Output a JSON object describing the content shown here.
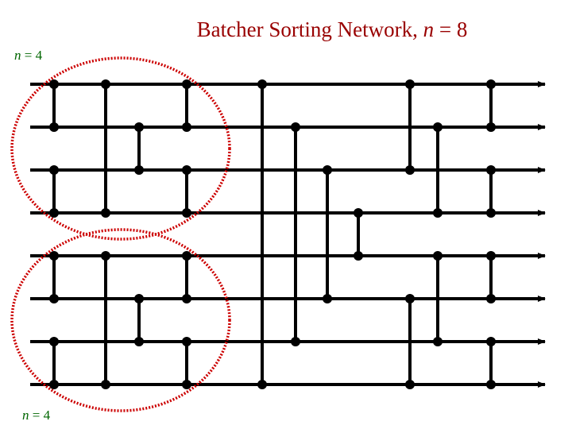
{
  "title": {
    "text": "Batcher Sorting Network, ",
    "var": "n",
    "rest": " = 8"
  },
  "labels": [
    {
      "var": "n",
      "rest": " = 4"
    },
    {
      "var": "n",
      "rest": " = 4"
    }
  ],
  "colors": {
    "title": "#990000",
    "label": "#006600",
    "wire": "#000000",
    "circle": "#cc0000"
  },
  "network": {
    "wires": 8,
    "comparators": [
      {
        "a": 0,
        "b": 1,
        "stage": 0
      },
      {
        "a": 2,
        "b": 3,
        "stage": 0
      },
      {
        "a": 4,
        "b": 5,
        "stage": 0
      },
      {
        "a": 6,
        "b": 7,
        "stage": 0
      },
      {
        "a": 0,
        "b": 3,
        "stage": 1
      },
      {
        "a": 4,
        "b": 7,
        "stage": 1
      },
      {
        "a": 1,
        "b": 2,
        "stage": 2
      },
      {
        "a": 5,
        "b": 6,
        "stage": 2
      },
      {
        "a": 0,
        "b": 1,
        "stage": 3
      },
      {
        "a": 2,
        "b": 3,
        "stage": 3
      },
      {
        "a": 4,
        "b": 5,
        "stage": 3
      },
      {
        "a": 6,
        "b": 7,
        "stage": 3
      },
      {
        "a": 0,
        "b": 7,
        "stage": 4
      },
      {
        "a": 1,
        "b": 6,
        "stage": 5
      },
      {
        "a": 2,
        "b": 5,
        "stage": 6
      },
      {
        "a": 3,
        "b": 4,
        "stage": 7
      },
      {
        "a": 0,
        "b": 2,
        "stage": 8
      },
      {
        "a": 5,
        "b": 7,
        "stage": 8
      },
      {
        "a": 1,
        "b": 3,
        "stage": 9
      },
      {
        "a": 4,
        "b": 6,
        "stage": 9
      },
      {
        "a": 0,
        "b": 1,
        "stage": 10
      },
      {
        "a": 2,
        "b": 3,
        "stage": 10
      },
      {
        "a": 4,
        "b": 5,
        "stage": 10
      },
      {
        "a": 6,
        "b": 7,
        "stage": 10
      }
    ],
    "highlighted_groups": [
      {
        "wires": [
          0,
          3
        ],
        "stages": [
          0,
          3
        ]
      },
      {
        "wires": [
          4,
          7
        ],
        "stages": [
          0,
          3
        ]
      }
    ]
  }
}
